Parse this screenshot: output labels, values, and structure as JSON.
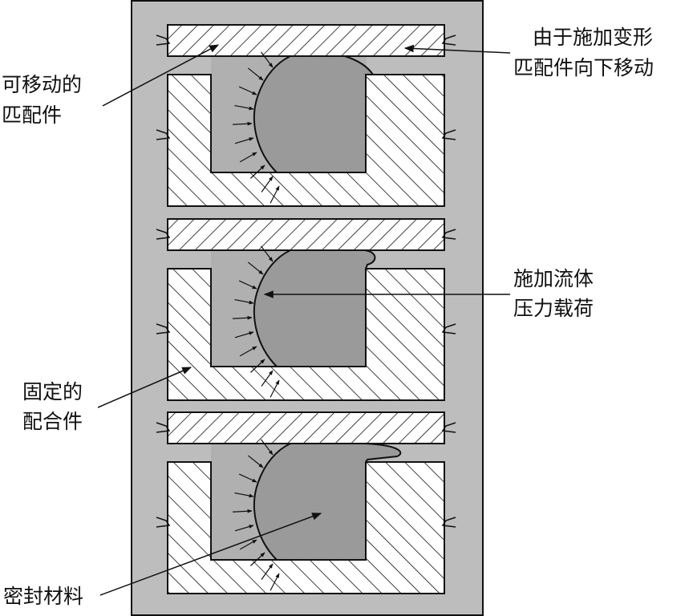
{
  "labels": {
    "movable_part": [
      "可移动的",
      "匹配件"
    ],
    "deformation": [
      "由于施加变形",
      "匹配件向下移动"
    ],
    "fluid_pressure": [
      "施加流体",
      "压力载荷"
    ],
    "fixed_part": [
      "固定的",
      "配合件"
    ],
    "seal_material": "密封材料"
  },
  "colors": {
    "background_panel": "#bdbdbd",
    "fluid_region": "#b0b0b0",
    "seal": "#9a9a9a",
    "hatch_fill": "#ffffff",
    "stroke": "#111111"
  },
  "stages": 3
}
